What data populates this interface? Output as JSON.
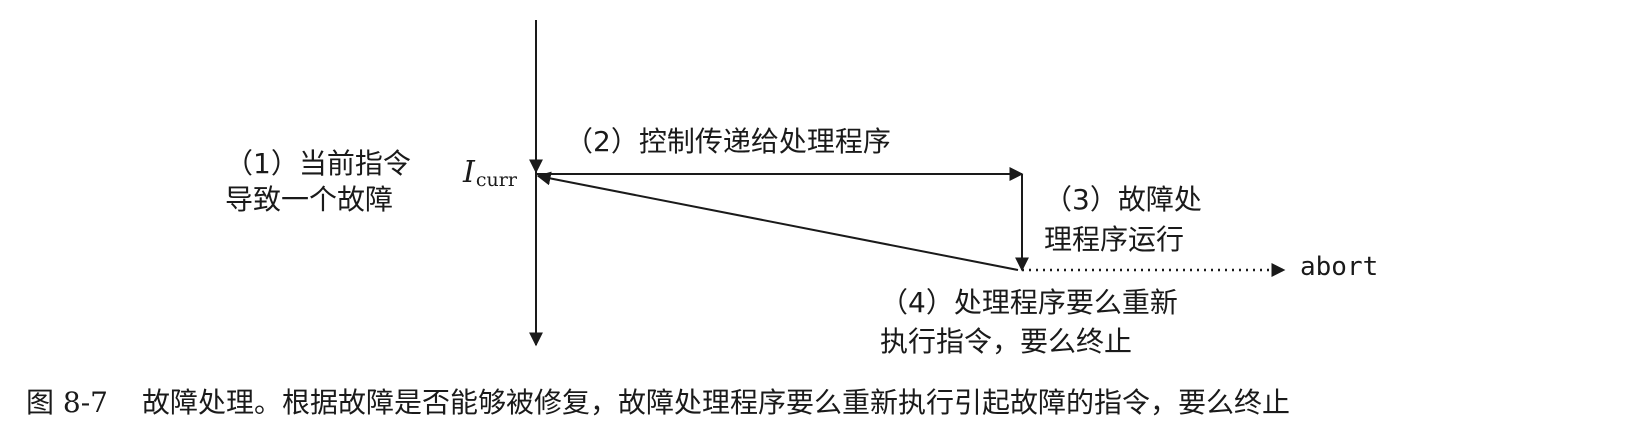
{
  "diagram": {
    "label_1_line1": "（1）当前指令",
    "label_1_line2": "导致一个故障",
    "icurr_main": "I",
    "icurr_sub": "curr",
    "label_2": "（2）控制传递给处理程序",
    "label_3_line1": "（3）故障处",
    "label_3_line2": "理程序运行",
    "abort": "abort",
    "label_4_line1": "（4）处理程序要么重新",
    "label_4_line2": "执行指令，要么终止"
  },
  "caption": {
    "number": "图 8-7",
    "text": "故障处理。根据故障是否能够被修复，故障处理程序要么重新执行引起故障的指令，要么终止"
  }
}
